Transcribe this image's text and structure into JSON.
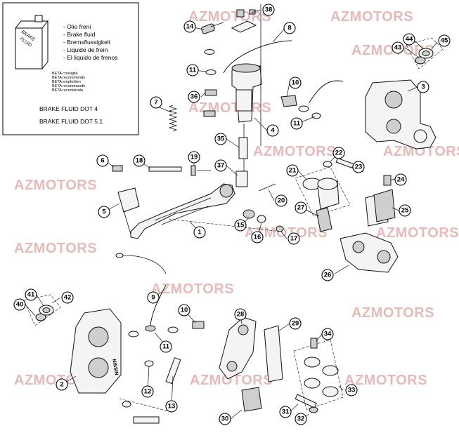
{
  "watermark": "AZMOTORS",
  "info_box": {
    "bottle_label": [
      "BRAKE",
      "FLUID"
    ],
    "fluid_names": [
      "- Olio freni",
      "- Brake fluid",
      "- Bremsflussigkeit",
      "- Liquide de frein",
      "- El liquido de frenos"
    ],
    "beta_notes": [
      "BETA consiglia",
      "BETA recommends",
      "BETA empfohlen",
      "BETA recommande",
      "BETA recomienda"
    ],
    "dot4": "BRAKE FLUID DOT 4",
    "dot51": "BRAKE FLUID DOT 5.1"
  },
  "caliper_mark": "NISSIN",
  "callouts": [
    "1",
    "2",
    "3",
    "4",
    "5",
    "6",
    "7",
    "8",
    "9",
    "10",
    "10",
    "11",
    "11",
    "11",
    "12",
    "13",
    "14",
    "15",
    "16",
    "17",
    "18",
    "19",
    "20",
    "21",
    "22",
    "23",
    "24",
    "25",
    "26",
    "27",
    "28",
    "29",
    "30",
    "31",
    "32",
    "33",
    "34",
    "35",
    "36",
    "37",
    "38",
    "40",
    "41",
    "42",
    "43",
    "44",
    "45"
  ],
  "colors": {
    "watermark": "#e7b9b9",
    "ink": "#111111",
    "shade": "#cfcfcf"
  }
}
